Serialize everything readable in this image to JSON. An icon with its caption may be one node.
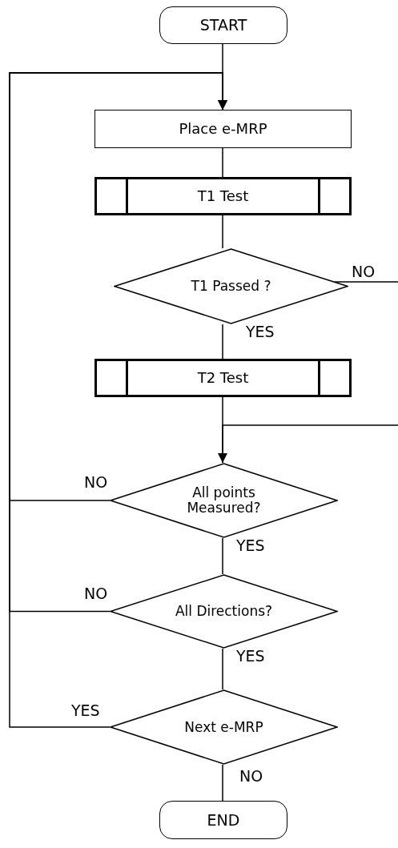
{
  "diagram": {
    "nodes": [
      {
        "text": [
          "START"
        ]
      },
      {
        "text": [
          "Place e-MRP"
        ]
      },
      {
        "text": [
          "T1 Test"
        ]
      },
      {
        "text": [
          "T1 Passed ?"
        ]
      },
      {
        "text": [
          "T2 Test"
        ]
      },
      {
        "text": [
          "All points Measured?"
        ]
      },
      {
        "text": [
          "All Directions?"
        ]
      },
      {
        "text": [
          "Next e-MRP"
        ]
      },
      {
        "text": [
          "END"
        ]
      }
    ],
    "edges": [
      {
        "from": 0,
        "to": 1,
        "arrow": "none"
      },
      {
        "from": 1,
        "to": 2,
        "arrow": "none"
      },
      {
        "from": 2,
        "to": 3,
        "arrow": "none"
      },
      {
        "from": 3,
        "to": 4,
        "arrow": "none",
        "label": "YES"
      },
      {
        "from": 3,
        "to": null,
        "arrow": "none",
        "label": "NO"
      },
      {
        "from": 4,
        "to": 5,
        "arrow": "none"
      },
      {
        "from": null,
        "to": 5,
        "arrow": "to"
      },
      {
        "from": 5,
        "to": 6,
        "arrow": "none",
        "label": "YES"
      },
      {
        "from": 5,
        "to": 1,
        "arrow": "to",
        "label": "NO"
      },
      {
        "from": 6,
        "to": 7,
        "arrow": "none",
        "label": "YES"
      },
      {
        "from": 6,
        "to": 1,
        "arrow": "to",
        "label": "NO"
      },
      {
        "from": 7,
        "to": 8,
        "arrow": "none",
        "label": "NO"
      },
      {
        "from": 7,
        "to": 1,
        "arrow": "to",
        "label": "YES"
      }
    ]
  }
}
